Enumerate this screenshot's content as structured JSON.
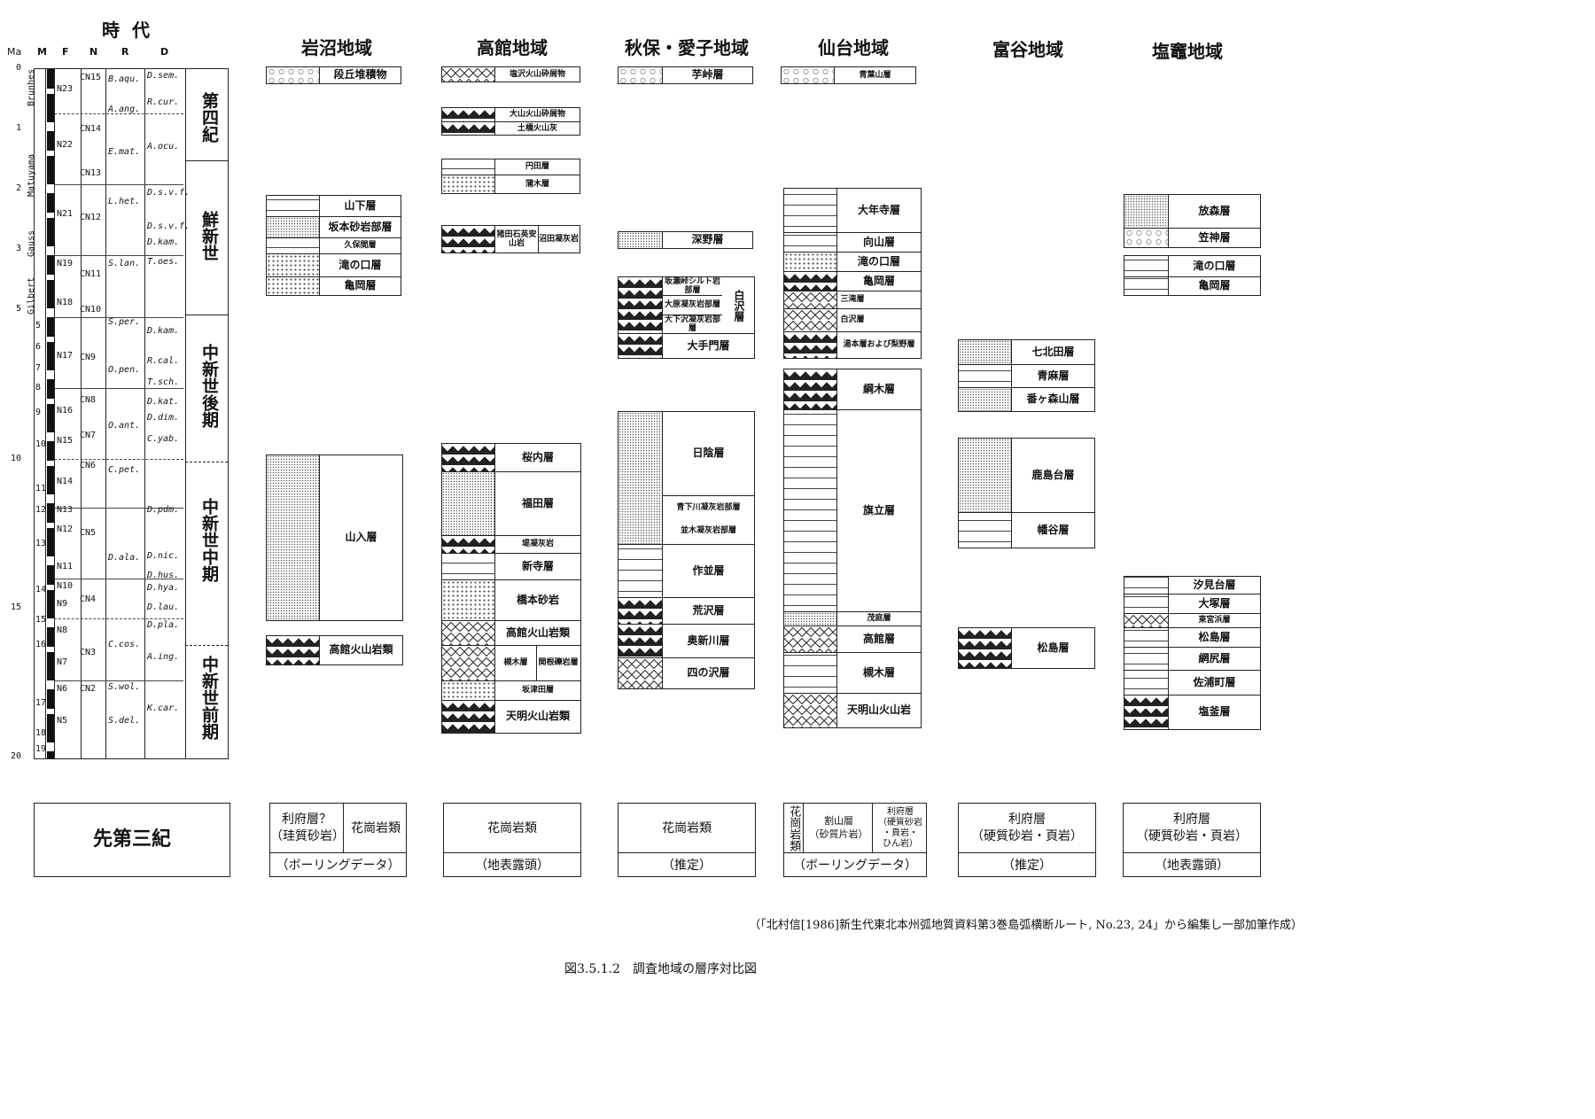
{
  "time_scale": {
    "title": "時代",
    "headers": [
      "Ma",
      "M",
      "F",
      "N",
      "R",
      "D"
    ],
    "ma_ticks": [
      "0",
      "1",
      "2",
      "3",
      "5",
      "10",
      "15",
      "20"
    ],
    "mag_labels": [
      "Brunhes",
      "Matuyama",
      "Gauss",
      "Gilbert"
    ],
    "foram_zones": [
      "N23",
      "N22",
      "N21",
      "N19",
      "N18",
      "N17",
      "N16",
      "N15",
      "N14",
      "N13",
      "N12",
      "N11",
      "N10",
      "N9",
      "N8",
      "N7",
      "N6",
      "N5"
    ],
    "nanno_zones": [
      "CN15",
      "CN14",
      "CN13",
      "CN12",
      "CN11",
      "CN10",
      "CN9",
      "CN8",
      "CN7",
      "CN6",
      "CN5",
      "CN4",
      "CN3",
      "CN2"
    ],
    "rad_zones": [
      "B.aqu.",
      "A.ang.",
      "E.mat.",
      "L.het.",
      "S.lan.",
      "S.per.",
      "O.pen.",
      "O.ant.",
      "C.pet.",
      "D.ala.",
      "C.cos.",
      "S.wol.",
      "S.del."
    ],
    "diatom_zones": [
      "D.sem.",
      "R.cur.",
      "A.ocu.",
      "D.s.v.f.",
      "D.s.v.f.",
      "D.kam.",
      "T.oes.",
      "D.kam.",
      "R.cal.",
      "T.sch.",
      "D.kat.",
      "D.dim.",
      "C.yab.",
      "D.pdm.",
      "D.nic.",
      "D.hus.",
      "D.hya.",
      "D.lau.",
      "D.pla.",
      "A.ing.",
      "K.car."
    ],
    "eras": [
      "第四紀",
      "鮮新世",
      "中新世後期",
      "中新世中期",
      "中新世前期"
    ],
    "numbers": [
      "5",
      "6",
      "7",
      "8",
      "9",
      "10",
      "11",
      "12",
      "13",
      "14",
      "15",
      "16",
      "17",
      "18",
      "19"
    ]
  },
  "regions": [
    {
      "name": "岩沼地域",
      "units": [
        "段丘堆積物",
        "山下層",
        "坂本砂岩部層",
        "久保間層",
        "滝の口層",
        "亀岡層",
        "山入層",
        "高館火山岩類"
      ],
      "basement": {
        "left": "利府層？\n（珪質砂岩）",
        "right": "花崗岩類",
        "source": "（ボーリングデータ）"
      }
    },
    {
      "name": "高館地域",
      "units": [
        "塩沢火山砕屑物",
        "大山火山砕屑物",
        "土橋火山灰",
        "円田層",
        "蒲木層",
        "猪田石英安山岩",
        "沼田凝灰岩",
        "桜内層",
        "福田層",
        "堤凝灰岩",
        "新寺層",
        "橋本砂岩",
        "高館火山岩類",
        "槻木層",
        "関根礫岩層",
        "坂津田層",
        "天明火山岩類"
      ],
      "basement": {
        "main": "花崗岩類",
        "source": "（地表露頭）"
      }
    },
    {
      "name": "秋保・愛子地域",
      "units": [
        "芋峠層",
        "深野層",
        "坂瀬峠シルト岩部層",
        "大原凝灰岩部層",
        "大下沢凝灰岩部層",
        "白沢層",
        "大手門層",
        "日陰層",
        "青下川凝灰岩部層",
        "並木凝灰岩部層",
        "作並層",
        "荒沢層",
        "奥新川層",
        "四の沢層"
      ],
      "basement": {
        "main": "花崗岩類",
        "source": "（推定）"
      }
    },
    {
      "name": "仙台地域",
      "units": [
        "青葉山層",
        "大年寺層",
        "向山層",
        "滝の口層",
        "亀岡層",
        "三滝層",
        "白沢層",
        "湯本層および梨野層",
        "綱木層",
        "旗立層",
        "茂庭層",
        "高館層",
        "槻木層",
        "天明山火山岩"
      ],
      "basement": {
        "a": "花崗岩類",
        "b": "割山層\n（砂質片岩）",
        "c": "利府層\n（硬質砂岩\n・頁岩・\nひん岩）",
        "source": "（ボーリングデータ）"
      }
    },
    {
      "name": "富谷地域",
      "units": [
        "七北田層",
        "青麻層",
        "番ヶ森山層",
        "鹿島台層",
        "幡谷層",
        "松島層"
      ],
      "basement": {
        "main": "利府層\n（硬質砂岩・頁岩）",
        "source": "（推定）"
      }
    },
    {
      "name": "塩竈地域",
      "units": [
        "放森層",
        "笠神層",
        "滝の口層",
        "亀岡層",
        "汐見台層",
        "大塚層",
        "東宮浜層",
        "松島層",
        "網尻層",
        "佐浦町層",
        "塩釜層"
      ],
      "basement": {
        "main": "利府層\n（硬質砂岩・頁岩）",
        "source": "（地表露頭）"
      }
    }
  ],
  "pre_tertiary": "先第三紀",
  "citation": "（「北村信[1986]新生代東北本州弧地質資料第3巻島弧横断ルート, No.23, 24」から編集し一部加筆作成）",
  "caption": "図3.5.1.2　調査地域の層序対比図"
}
